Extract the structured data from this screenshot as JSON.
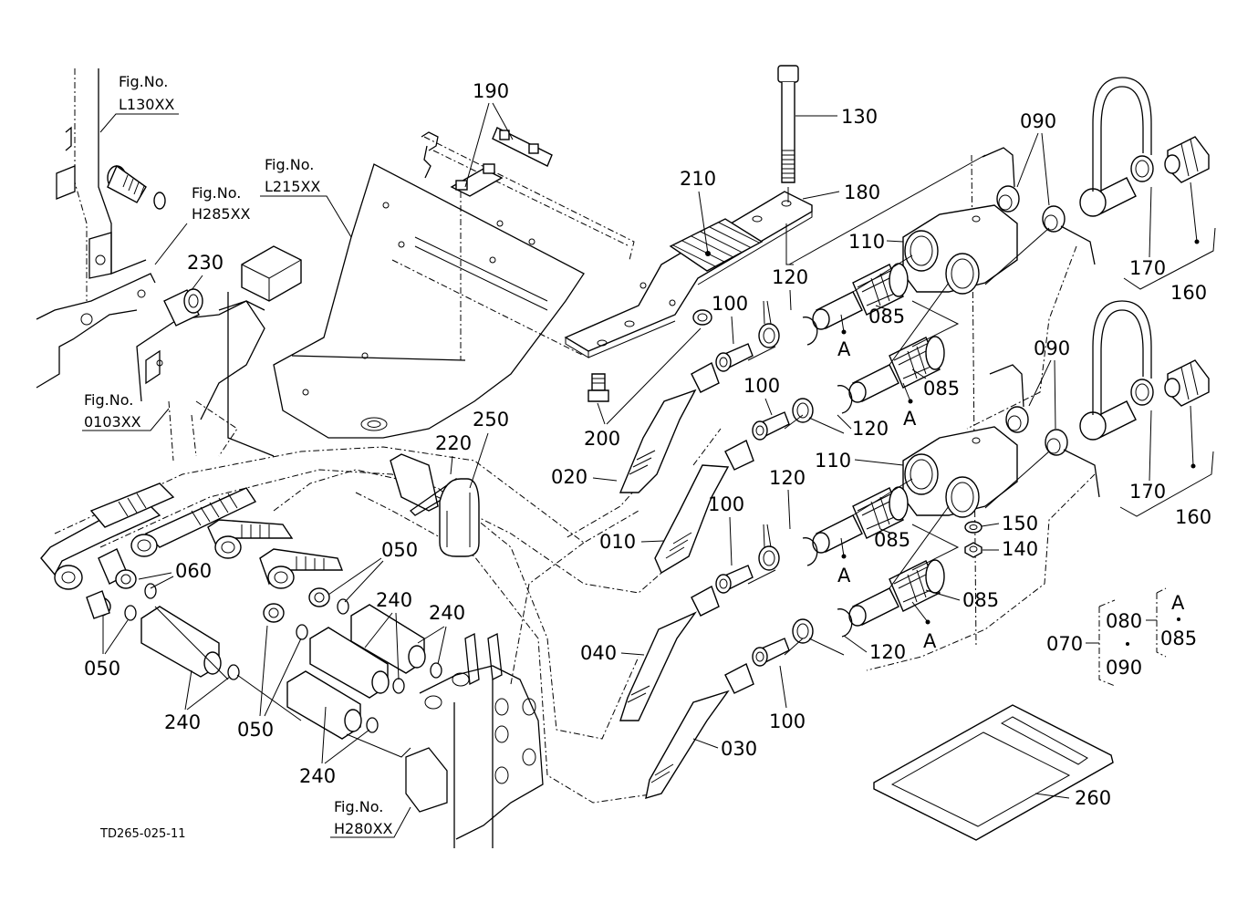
{
  "diagram": {
    "drawing_code": "TD265-025-11",
    "fig_refs": [
      {
        "prefix": "Fig.No.",
        "number": "L130XX"
      },
      {
        "prefix": "Fig.No.",
        "number": "H285XX"
      },
      {
        "prefix": "Fig.No.",
        "number": "L215XX"
      },
      {
        "prefix": "Fig.No.",
        "number": "0103XX"
      },
      {
        "prefix": "Fig.No.",
        "number": "H280XX"
      }
    ],
    "part_labels": {
      "p010": "010",
      "p020": "020",
      "p030": "030",
      "p040": "040",
      "p050": "050",
      "p060": "060",
      "p070": "070",
      "p080": "080",
      "p085": "085",
      "p090": "090",
      "p100": "100",
      "p110": "110",
      "p120": "120",
      "p130": "130",
      "p140": "140",
      "p150": "150",
      "p160": "160",
      "p170": "170",
      "p180": "180",
      "p190": "190",
      "p200": "200",
      "p210": "210",
      "p220": "220",
      "p230": "230",
      "p240": "240",
      "p250": "250",
      "p260": "260"
    },
    "reference_mark": "A",
    "assembly_070": {
      "parent": "070",
      "children": [
        "080",
        "090"
      ],
      "sub_of_080": [
        "A",
        "085"
      ]
    }
  }
}
